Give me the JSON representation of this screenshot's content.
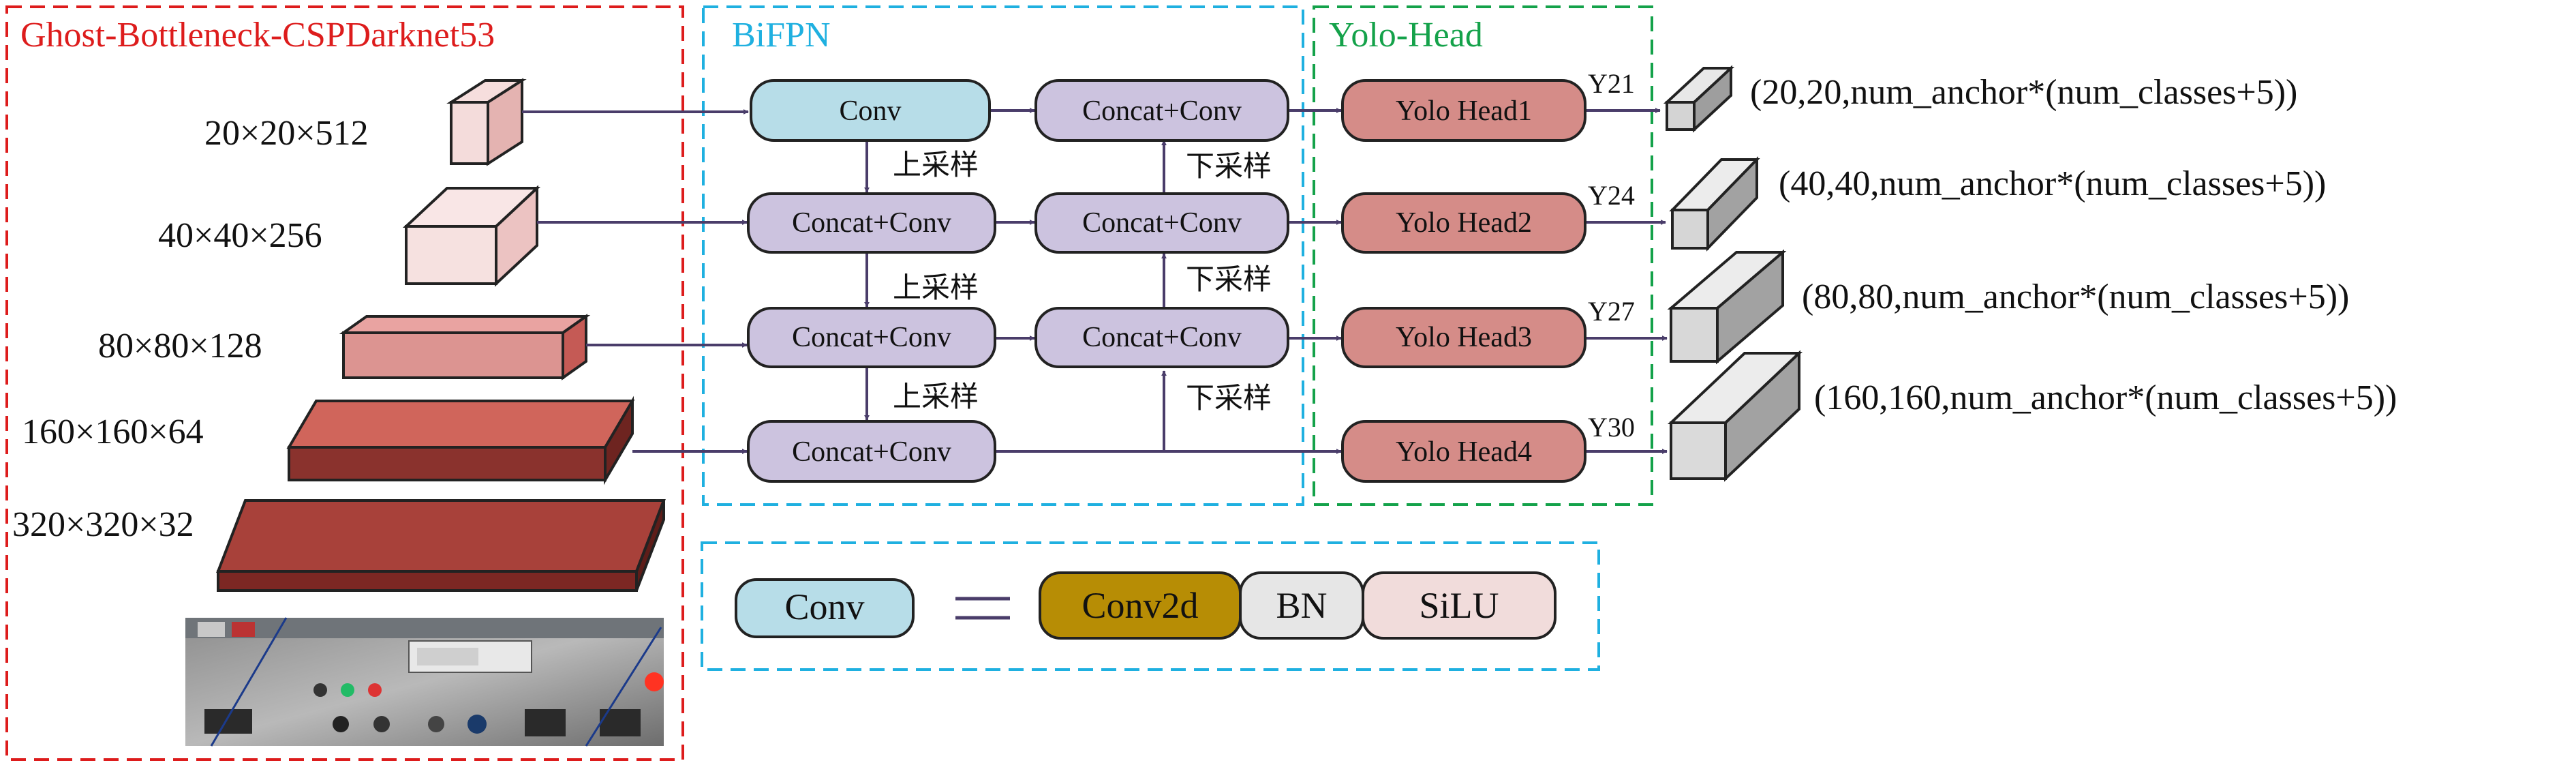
{
  "sections": {
    "backbone": {
      "title": "Ghost-Bottleneck-CSPDarknet53",
      "color": "#dd1c1c"
    },
    "neck": {
      "title": "BiFPN",
      "color": "#1fb0e0"
    },
    "head": {
      "title": "Yolo-Head",
      "color": "#14a24a"
    }
  },
  "feature_maps": [
    {
      "label": "20×20×512"
    },
    {
      "label": "40×40×256"
    },
    {
      "label": "80×80×128"
    },
    {
      "label": "160×160×64"
    },
    {
      "label": "320×320×32"
    }
  ],
  "bifpn": {
    "conv_label": "Conv",
    "concat_conv_label": "Concat+Conv",
    "upsample_label": "上采样",
    "downsample_label": "下采样"
  },
  "heads": [
    {
      "name": "Yolo Head1",
      "tag": "Y21",
      "output": "(20,20,num_anchor*(num_classes+5))"
    },
    {
      "name": "Yolo Head2",
      "tag": "Y24",
      "output": "(40,40,num_anchor*(num_classes+5))"
    },
    {
      "name": "Yolo Head3",
      "tag": "Y27",
      "output": "(80,80,num_anchor*(num_classes+5))"
    },
    {
      "name": "Yolo Head4",
      "tag": "Y30",
      "output": "(160,160,num_anchor*(num_classes+5))"
    }
  ],
  "legend": {
    "conv": "Conv",
    "equals": "=",
    "parts": [
      "Conv2d",
      "BN",
      "SiLU"
    ]
  },
  "colors": {
    "conv_fill": "#b7dde8",
    "concat_fill": "#ccc3df",
    "head_fill": "#d58c88",
    "conv2d_fill": "#b78d05",
    "bn_fill": "#e6e6e6",
    "silu_fill": "#f1dcdb",
    "arrow": "#4a3d6a"
  }
}
